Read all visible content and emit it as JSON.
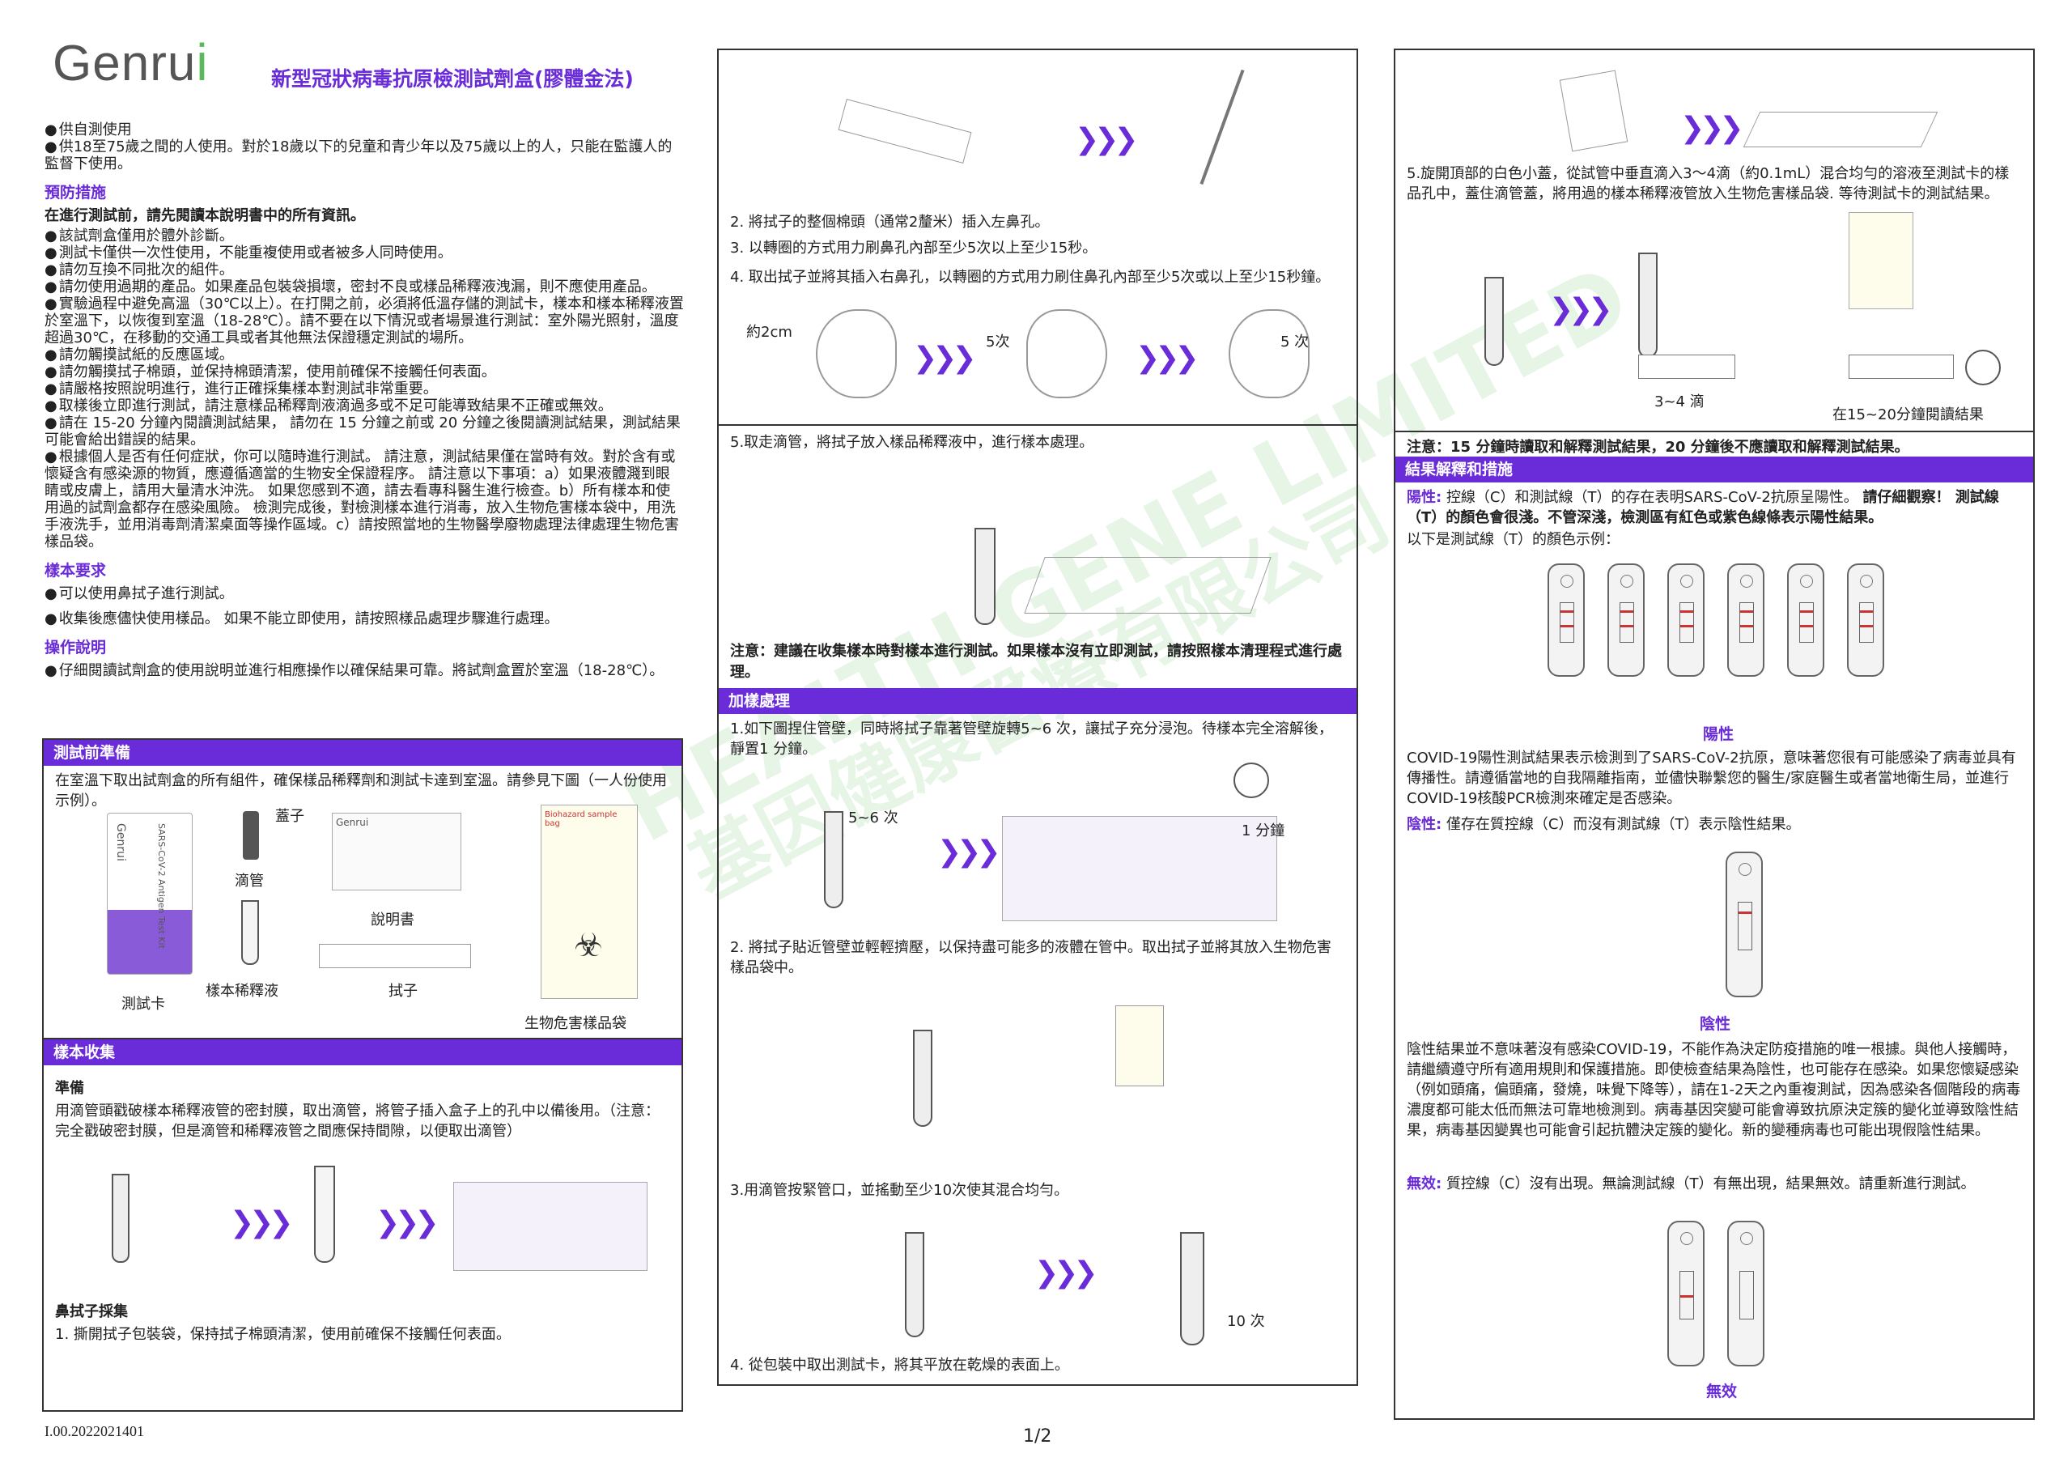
{
  "header": {
    "logo_text": "Genru",
    "logo_suffix": "i",
    "title": "新型冠狀病毒抗原檢測試劑盒(膠體金法)"
  },
  "intro": [
    "供自測使用",
    "供18至75歲之間的人使用。對於18歲以下的兒童和青少年以及75歲以上的人，只能在監護人的監督下使用。"
  ],
  "precautions": {
    "heading": "預防措施",
    "lead": "在進行測試前，請先閱讀本說明書中的所有資訊。",
    "items": [
      "該試劑盒僅用於體外診斷。",
      "測試卡僅供一次性使用，不能重複使用或者被多人同時使用。",
      "請勿互換不同批次的組件。",
      "請勿使用過期的產品。如果產品包裝袋損壞，密封不良或樣品稀釋液洩漏，則不應使用產品。",
      "實驗過程中避免高溫（30℃以上）。在打開之前，必須將低溫存儲的測試卡，樣本和樣本稀釋液置於室溫下，以恢復到室溫（18-28℃）。請不要在以下情況或者場景進行測試：室外陽光照射，溫度超過30℃，在移動的交通工具或者其他無法保證穩定測試的場所。",
      "請勿觸摸試紙的反應區域。",
      "請勿觸摸拭子棉頭，並保持棉頭清潔，使用前確保不接觸任何表面。",
      "請嚴格按照說明進行，進行正確採集樣本對測試非常重要。",
      "取樣後立即進行測試，請注意樣品稀釋劑液滴過多或不足可能導致結果不正確或無效。",
      "請在 15-20 分鐘內閱讀測試結果， 請勿在 15 分鐘之前或 20 分鐘之後閱讀測試結果，測試結果可能會給出錯誤的結果。",
      "根據個人是否有任何症狀，你可以隨時進行測試。 請注意，測試結果僅在當時有效。對於含有或懷疑含有感染源的物質，應遵循適當的生物安全保證程序。 請注意以下事項：a）如果液體濺到眼睛或皮膚上，請用大量清水沖洗。 如果您感到不適，請去看專科醫生進行檢查。b）所有樣本和使用過的試劑盒都存在感染風險。 檢測完成後，對檢測樣本進行消毒，放入生物危害樣本袋中，用洗手液洗手，並用消毒劑清潔桌面等操作區域。c）請按照當地的生物醫學廢物處理法律處理生物危害樣品袋。"
    ]
  },
  "sample_req": {
    "heading": "樣本要求",
    "items": [
      "可以使用鼻拭子進行測試。",
      "收集後應儘快使用樣品。 如果不能立即使用，請按照樣品處理步驟進行處理。"
    ]
  },
  "operation": {
    "heading": "操作說明",
    "items": [
      "仔細閱讀試劑盒的使用說明並進行相應操作以確保結果可靠。將試劑盒置於室溫（18-28℃）。"
    ]
  },
  "prep_box": {
    "bar": "測試前準備",
    "text": "在室溫下取出試劑盒的所有組件，確保樣品稀釋劑和測試卡達到室溫。請參見下圖（一人份使用示例）。",
    "labels": {
      "cap": "蓋子",
      "dropper": "滴管",
      "manual": "說明書",
      "card": "測試卡",
      "diluent": "樣本稀釋液",
      "swab": "拭子",
      "biobag": "生物危害樣品袋",
      "manual_brand": "Genrui",
      "card_brand": "Genrui",
      "card_name": "SARS-CoV-2 Antigen Test Kit",
      "bag_title": "Biohazard sample bag"
    }
  },
  "sample_box": {
    "bar": "樣本收集",
    "sub": "準備",
    "text": "用滴管頭戳破樣本稀釋液管的密封膜，取出滴管，將管子插入盒子上的孔中以備後用。（注意：完全戳破密封膜，但是滴管和稀釋液管之間應保持間隙，以便取出滴管）",
    "nasal": "鼻拭子採集",
    "step1": "1. 撕開拭子包裝袋，保持拭子棉頭清潔，使用前確保不接觸任何表面。"
  },
  "col2": {
    "s2": "2. 將拭子的整個棉頭（通常2釐米）插入左鼻孔。",
    "s3": "3. 以轉圈的方式用力刷鼻孔內部至少5次以上至少15秒。",
    "s4": "4. 取出拭子並將其插入右鼻孔，以轉圈的方式用力刷住鼻孔內部至少5次或以上至少15秒鐘。",
    "l2cm": "約2cm",
    "l5a": "5次",
    "l5b": "5 次",
    "s5": "5.取走滴管，將拭子放入樣品稀釋液中，進行樣本處理。",
    "note": "注意：建議在收集樣本時對樣本進行測試。如果樣本沒有立即測試，請按照樣本清理程式進行處理。",
    "bar": "加樣處理",
    "p1": "1.如下圖捏住管壁，同時將拭子靠著管壁旋轉5~6 次，讓拭子充分浸泡。待樣本完全溶解後，靜置1 分鐘。",
    "l56": "5~6 次",
    "l1min": "1 分鐘",
    "p2": "2. 將拭子貼近管壁並輕輕擠壓，以保持盡可能多的液體在管中。取出拭子並將其放入生物危害樣品袋中。",
    "p3": "3.用滴管按緊管口，並搖動至少10次使其混合均勻。",
    "l10": "10 次",
    "p4": "4. 從包裝中取出測試卡，將其平放在乾燥的表面上。"
  },
  "col3": {
    "s5": "5.旋開頂部的白色小蓋，從試管中垂直滴入3～4滴（約0.1mL）混合均勻的溶液至測試卡的樣品孔中，蓋住滴管蓋，將用過的樣本稀釋液管放入生物危害樣品袋. 等待測試卡的測試結果。",
    "l34": "3~4 滴",
    "l1520": "在15~20分鐘閱讀結果",
    "note": "注意：15 分鐘時讀取和解釋測試結果，20 分鐘後不應讀取和解釋測試結果。",
    "bar": "結果解釋和措施",
    "pos_label": "陽性:",
    "pos_text": "控線（C）和測試線（T）的存在表明SARS-CoV-2抗原呈陽性。",
    "pos_bold": "請仔細觀察！ 測試線（T）的顏色會很淺。不管深淺，檢測區有紅色或紫色線條表示陽性結果。",
    "pos_sub": "以下是測試線（T）的顏色示例：",
    "pos_caption": "陽性",
    "pos_explain": "COVID-19陽性測試結果表示檢測到了SARS-CoV-2抗原，意味著您很有可能感染了病毒並具有傳播性。請遵循當地的自我隔離指南，並儘快聯繫您的醫生/家庭醫生或者當地衛生局，並進行COVID-19核酸PCR檢測來確定是否感染。",
    "neg_label": "陰性:",
    "neg_text": "僅存在質控線（C）而沒有測試線（T）表示陰性結果。",
    "neg_caption": "陰性",
    "neg_explain": "陰性結果並不意味著沒有感染COVID-19，不能作為決定防疫措施的唯一根據。與他人接觸時，請繼續遵守所有適用規則和保護措施。即使檢查結果為陰性，也可能存在感染。如果您懷疑感染（例如頭痛，偏頭痛，發燒，味覺下降等），請在1-2天之內重複測試，因為感染各個階段的病毒濃度都可能太低而無法可靠地檢測到。病毒基因突變可能會導致抗原決定簇的變化並導致陰性結果，病毒基因變異也可能會引起抗體決定簇的變化。新的變種病毒也可能出現假陰性結果。",
    "inv_label": "無效:",
    "inv_text": "質控線（C）沒有出現。無論測試線（T）有無出現，結果無效。請重新進行測試。",
    "inv_caption": "無效"
  },
  "footer": {
    "code": "I.00.2022021401",
    "page": "1/2"
  },
  "watermark": {
    "line1": "HEALTH GENE LIMITED",
    "line2": "基因健康醫療有限公司"
  }
}
